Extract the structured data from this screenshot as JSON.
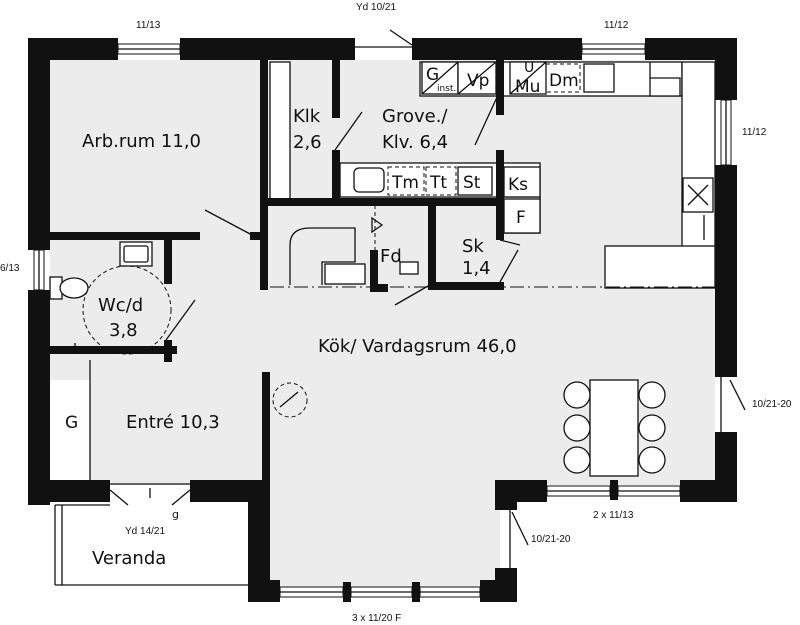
{
  "rooms": {
    "arbrum": "Arb.rum 11,0",
    "klk_name": "Klk",
    "klk_area": "2,6",
    "grove_name": "Grove./",
    "grove_area": "Klv. 6,4",
    "wc_name": "Wc/d",
    "wc_area": "3,8",
    "fd": "Fd",
    "sk_name": "Sk",
    "sk_area": "1,4",
    "kok": "Kök/  Vardagsrum 46,0",
    "entre": "Entré 10,3",
    "veranda": "Veranda"
  },
  "fixtures": {
    "g_inst_g": "G",
    "g_inst_sub": "inst.",
    "vp": "Vp",
    "mu_u": "U",
    "mu": "Mu",
    "dm": "Dm",
    "tm": "Tm",
    "tt": "Tt",
    "st": "St",
    "ks": "Ks",
    "f": "F",
    "g_entre": "G",
    "g_small": "g"
  },
  "dimensions": {
    "top_yd": "Yd 10/21",
    "top_left_window": "11/13",
    "top_right_window": "11/12",
    "right_upper_window": "11/12",
    "left_window": "6/13",
    "right_door": "10/21-20",
    "bottom_right_windows": "2 x 11/13",
    "bay_door": "10/21-20",
    "veranda_door": "Yd 14/21",
    "bottom_windows": "3 x 11/20 F"
  },
  "colors": {
    "wall": "#111111",
    "floor": "#ececec",
    "background": "#ffffff"
  }
}
